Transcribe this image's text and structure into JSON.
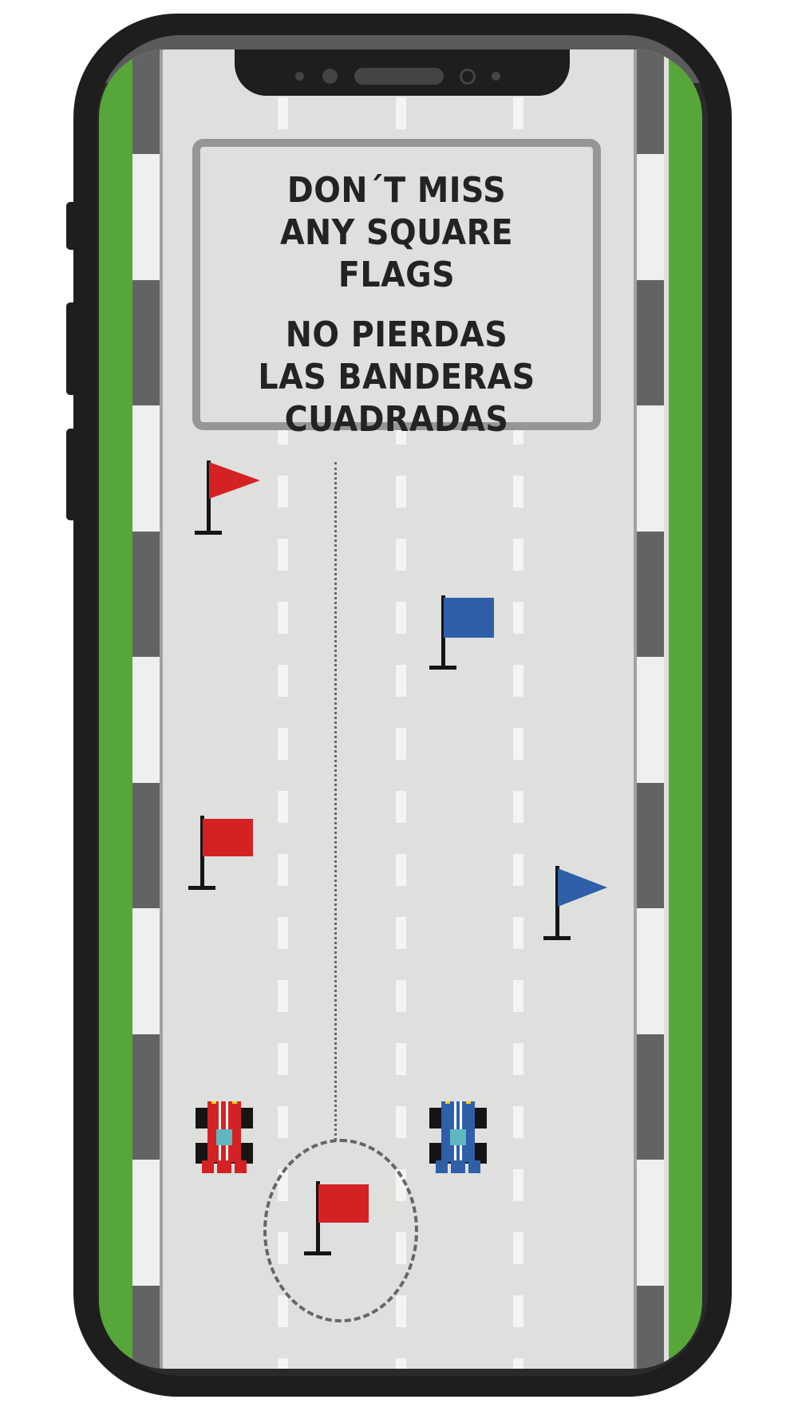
{
  "sign": {
    "english": [
      "DON´T MISS",
      "ANY SQUARE FLAGS"
    ],
    "spanish": [
      "NO PIERDAS",
      "LAS BANDERAS",
      "CUADRADAS"
    ]
  },
  "colors": {
    "grass": "#57a639",
    "road": "#dfe0de",
    "red": "#d42224",
    "blue": "#2f5fa8"
  },
  "flags": [
    {
      "color": "red",
      "shape": "triangle"
    },
    {
      "color": "blue",
      "shape": "square"
    },
    {
      "color": "red",
      "shape": "square"
    },
    {
      "color": "blue",
      "shape": "triangle"
    },
    {
      "color": "red",
      "shape": "square",
      "highlighted": true
    }
  ],
  "cars": [
    {
      "color": "red"
    },
    {
      "color": "blue"
    }
  ]
}
